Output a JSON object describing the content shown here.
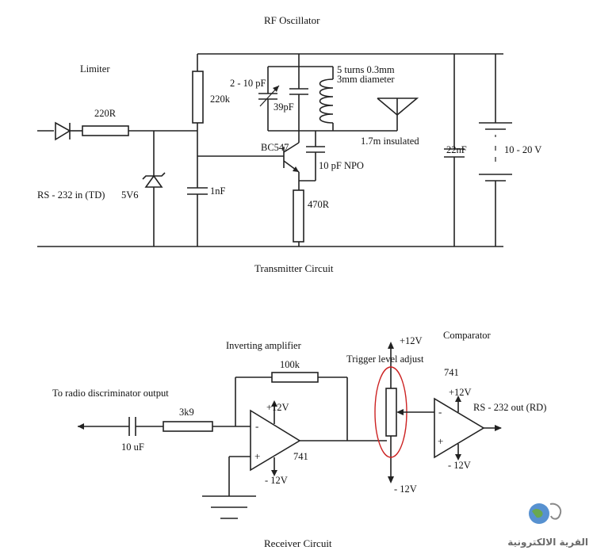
{
  "transmitter": {
    "title_top": "RF Oscillator",
    "limiter": "Limiter",
    "resistor_220r": "220R",
    "resistor_220k": "220k",
    "cap_trim": "2 - 10 pF",
    "cap_39pf": "39pF",
    "coil_line1": "5 turns 0.3mm",
    "coil_line2": "3mm diameter",
    "antenna": "1.7m insulated",
    "transistor": "BC547",
    "cap_10pf": "10 pF NPO",
    "cap_1nf": "1nF",
    "resistor_470r": "470R",
    "cap_22nf": "22nF",
    "supply": "10 - 20 V",
    "input_label": "RS - 232 in (TD)",
    "zener": "5V6",
    "caption": "Transmitter Circuit"
  },
  "receiver": {
    "input_label": "To radio discriminator output",
    "cap_10uf": "10 uF",
    "resistor_3k9": "3k9",
    "amp_title": "Inverting amplifier",
    "resistor_100k": "100k",
    "plus12_amp": "+12V",
    "minus12_amp": "- 12V",
    "amp_part": "741",
    "trigger": "Trigger level adjust",
    "plus12_pot": "+12V",
    "minus12_pot": "- 12V",
    "comparator": "Comparator",
    "comp_part": "741",
    "plus12_comp": "+12V",
    "minus12_comp": "- 12V",
    "output_label": "RS - 232 out (RD)",
    "caption": "Receiver Circuit",
    "minus_sign_amp": "-",
    "plus_sign_amp": "+",
    "minus_sign_comp": "-",
    "plus_sign_comp": "+"
  },
  "watermark": {
    "text": "القرية الالكترونية"
  },
  "colors": {
    "wire": "#222222",
    "highlight": "#cc2222",
    "watermark_blue": "#3a7ec8",
    "watermark_green": "#6aa84f"
  }
}
